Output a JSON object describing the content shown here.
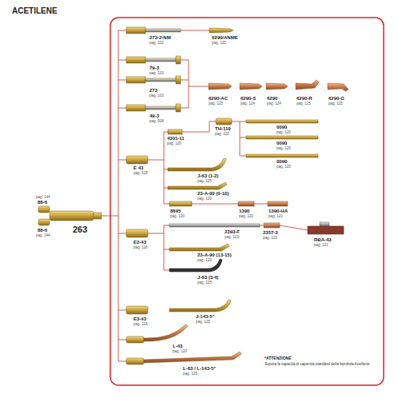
{
  "diagram": {
    "title": "ACETILENE",
    "labels": [
      "273-2-NM",
      "pag. 102",
      "0290/ANME",
      "pag. 125",
      "79-3",
      "pag. 103",
      "273",
      "pag. 103",
      "6290-AC",
      "pag. 125",
      "6290-S",
      "pag. 124",
      "6290",
      "pag. 124",
      "6290-R",
      "pag. 125",
      "6290-G",
      "pag. 125",
      "49-3",
      "pag. 008",
      "4301-11",
      "pag. 120",
      "TH-119",
      "pag. 120",
      "0090",
      "pag. 120",
      "0090",
      "pag. 120",
      "0090",
      "pag. 120",
      "E 43",
      "pag. 118",
      "J-63 (1-2)",
      "pag. 125",
      "23-A-90 (0-10)",
      "pag. 120",
      "8695",
      "pag. 120",
      "1390",
      "pag. 120",
      "1390-HA",
      "pag. 121",
      "pag. 144",
      "88-6",
      "88-6",
      "pag. 144",
      "263",
      "2393-F",
      "pag. 123",
      "2357-3",
      "pag. 123",
      "RBA-43",
      "pag. 121",
      "E2-43",
      "pag. 118",
      "23-A-90 (13-15)",
      "pag. 120",
      "J-63 (3-4)",
      "pag. 125",
      "E3-43",
      "pag. 118",
      "J-143-5\"",
      "pag. 125",
      "L-43",
      "pag. 120",
      "L-63 / L-143-5\"",
      "pag. 125",
      "*ATTENZIONE",
      "Supera la capacità di capienza standard della bombola Acetilene"
    ]
  }
}
